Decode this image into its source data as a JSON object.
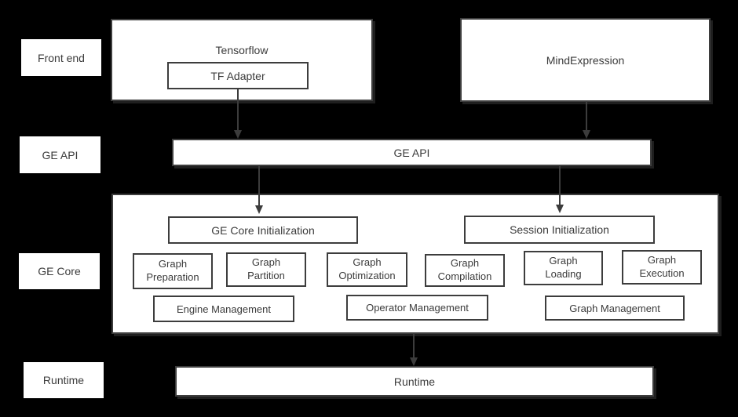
{
  "colors": {
    "background": "#000000",
    "box_fill": "#ffffff",
    "border": "#3d3d3d",
    "text": "#3b3b3b",
    "arrow": "#3c3c3c"
  },
  "layer_labels": {
    "front_end": "Front end",
    "ge_api": "GE API",
    "ge_core": "GE Core",
    "runtime": "Runtime"
  },
  "front_end": {
    "tensorflow": "Tensorflow",
    "tf_adapter": "TF Adapter",
    "mind_expression": "MindExpression"
  },
  "ge_api": {
    "bar": "GE API"
  },
  "ge_core": {
    "init": "GE Core Initialization",
    "session_init": "Session Initialization",
    "modules": [
      "Graph Preparation",
      "Graph Partition",
      "Graph Optimization",
      "Graph Compilation",
      "Graph Loading",
      "Graph Execution"
    ],
    "management": [
      "Engine Management",
      "Operator Management",
      "Graph Management"
    ]
  },
  "runtime": {
    "bar": "Runtime"
  }
}
